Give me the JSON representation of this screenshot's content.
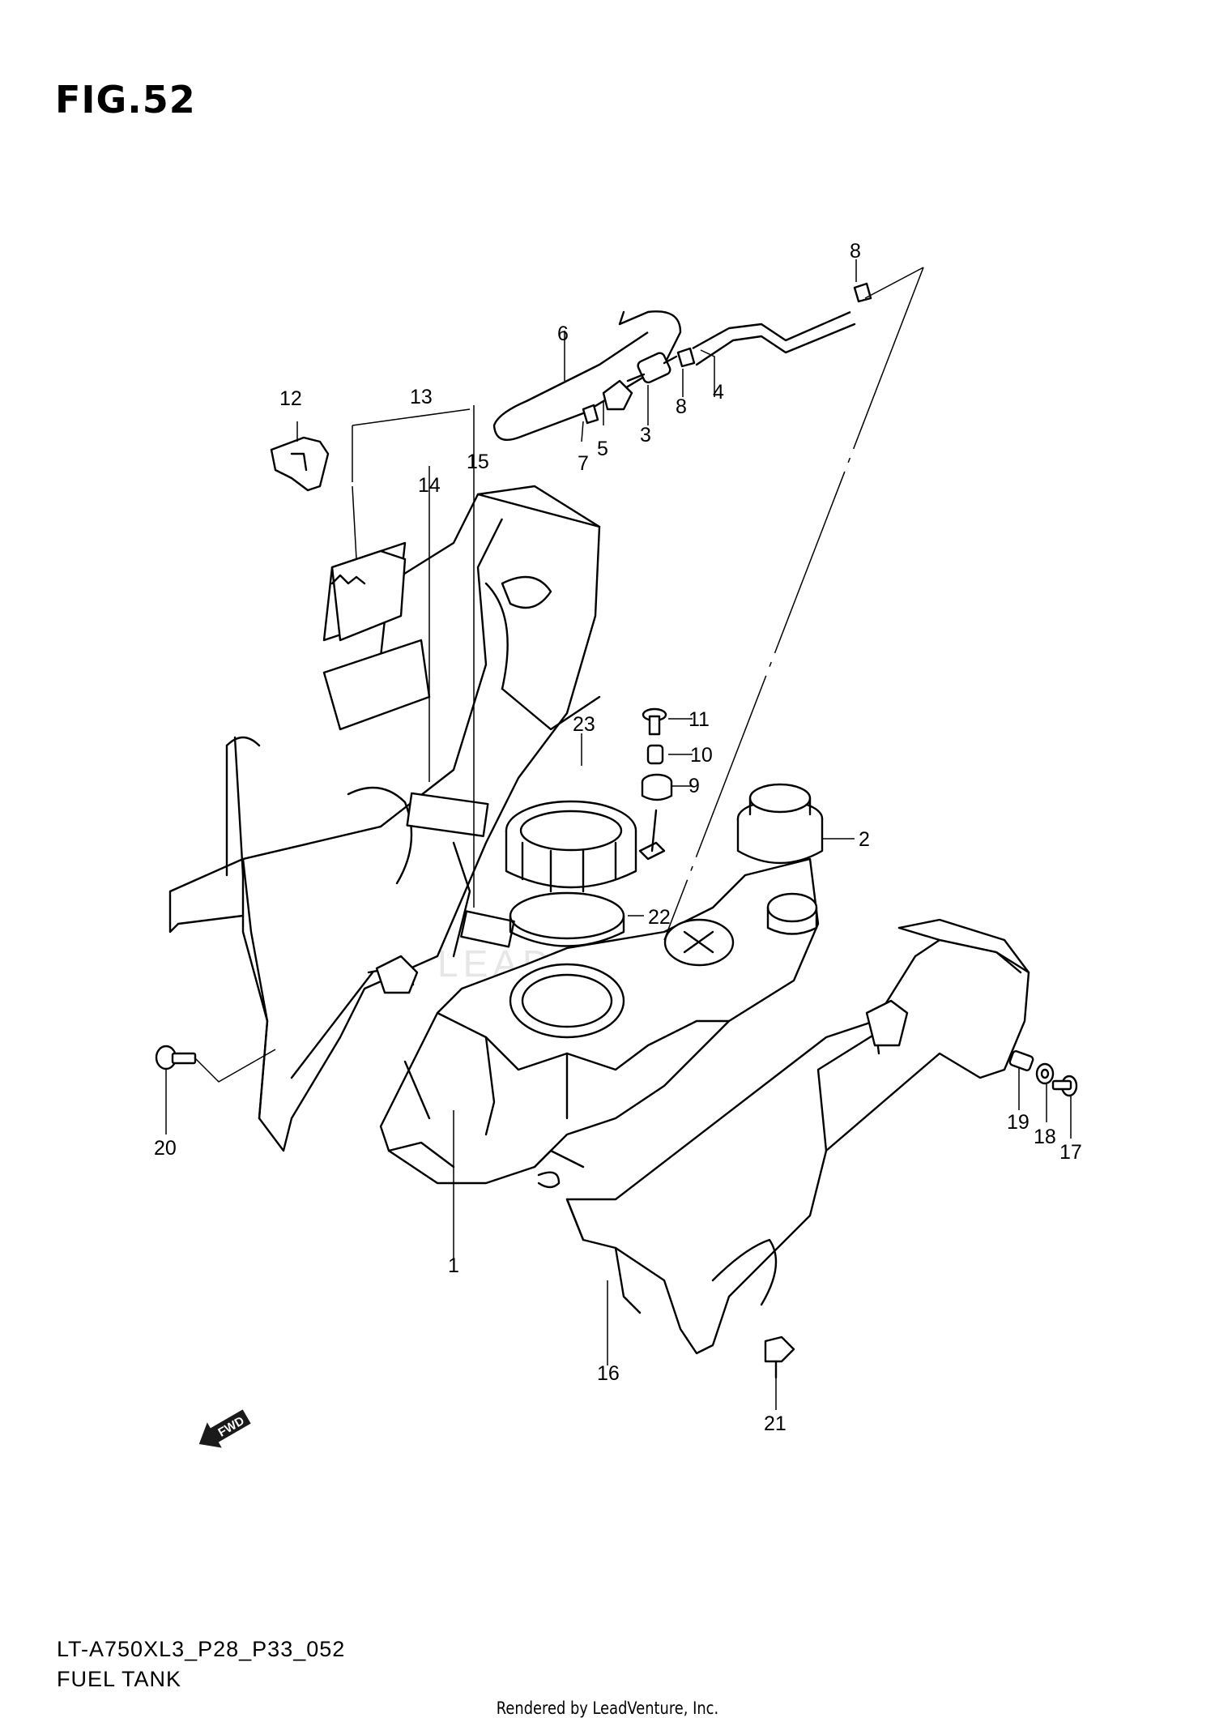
{
  "figure": {
    "title": "FIG.52",
    "code": "LT-A750XL3_P28_P33_052",
    "name": "FUEL TANK"
  },
  "credit": "Rendered by LeadVenture, Inc.",
  "watermark": "LEADVENTURE",
  "fwd_arrow": {
    "label": "FWD",
    "icon": "fwd-arrow-icon"
  },
  "callouts": [
    {
      "id": "1",
      "label": "1"
    },
    {
      "id": "2",
      "label": "2"
    },
    {
      "id": "3",
      "label": "3"
    },
    {
      "id": "4",
      "label": "4"
    },
    {
      "id": "5",
      "label": "5"
    },
    {
      "id": "6",
      "label": "6"
    },
    {
      "id": "7",
      "label": "7"
    },
    {
      "id": "8a",
      "label": "8"
    },
    {
      "id": "8b",
      "label": "8"
    },
    {
      "id": "9",
      "label": "9"
    },
    {
      "id": "10",
      "label": "10"
    },
    {
      "id": "11",
      "label": "11"
    },
    {
      "id": "12",
      "label": "12"
    },
    {
      "id": "13",
      "label": "13"
    },
    {
      "id": "14",
      "label": "14"
    },
    {
      "id": "15",
      "label": "15"
    },
    {
      "id": "16",
      "label": "16"
    },
    {
      "id": "17",
      "label": "17"
    },
    {
      "id": "18",
      "label": "18"
    },
    {
      "id": "19",
      "label": "19"
    },
    {
      "id": "20",
      "label": "20"
    },
    {
      "id": "21",
      "label": "21"
    },
    {
      "id": "22",
      "label": "22"
    },
    {
      "id": "23",
      "label": "23"
    }
  ]
}
